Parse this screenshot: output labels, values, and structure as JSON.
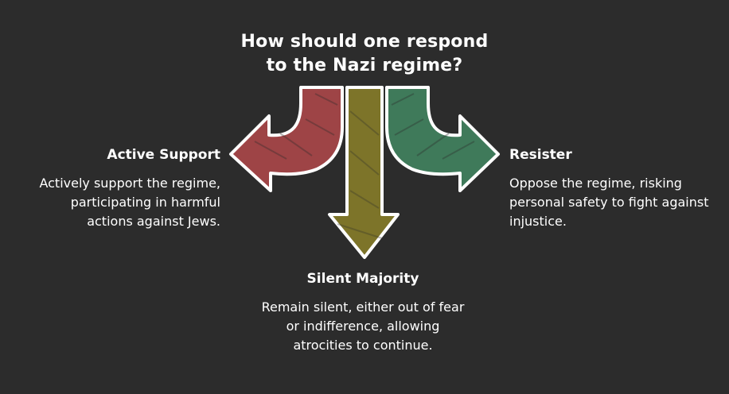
{
  "title": {
    "line1": "How should one respond",
    "line2": "to the Nazi regime?"
  },
  "options": {
    "active_support": {
      "heading": "Active Support",
      "description": "Actively support the regime, participating in harmful actions against Jews.",
      "color": "#9e4446",
      "icon": "curved-arrow-left-icon"
    },
    "silent_majority": {
      "heading": "Silent Majority",
      "description": "Remain silent, either out of fear or indifference, allowing atrocities to continue.",
      "color": "#7d7429",
      "icon": "arrow-down-icon"
    },
    "resister": {
      "heading": "Resister",
      "description": "Oppose the regime, risking personal safety to fight against injustice.",
      "color": "#3f7a5a",
      "icon": "curved-arrow-right-icon"
    }
  }
}
